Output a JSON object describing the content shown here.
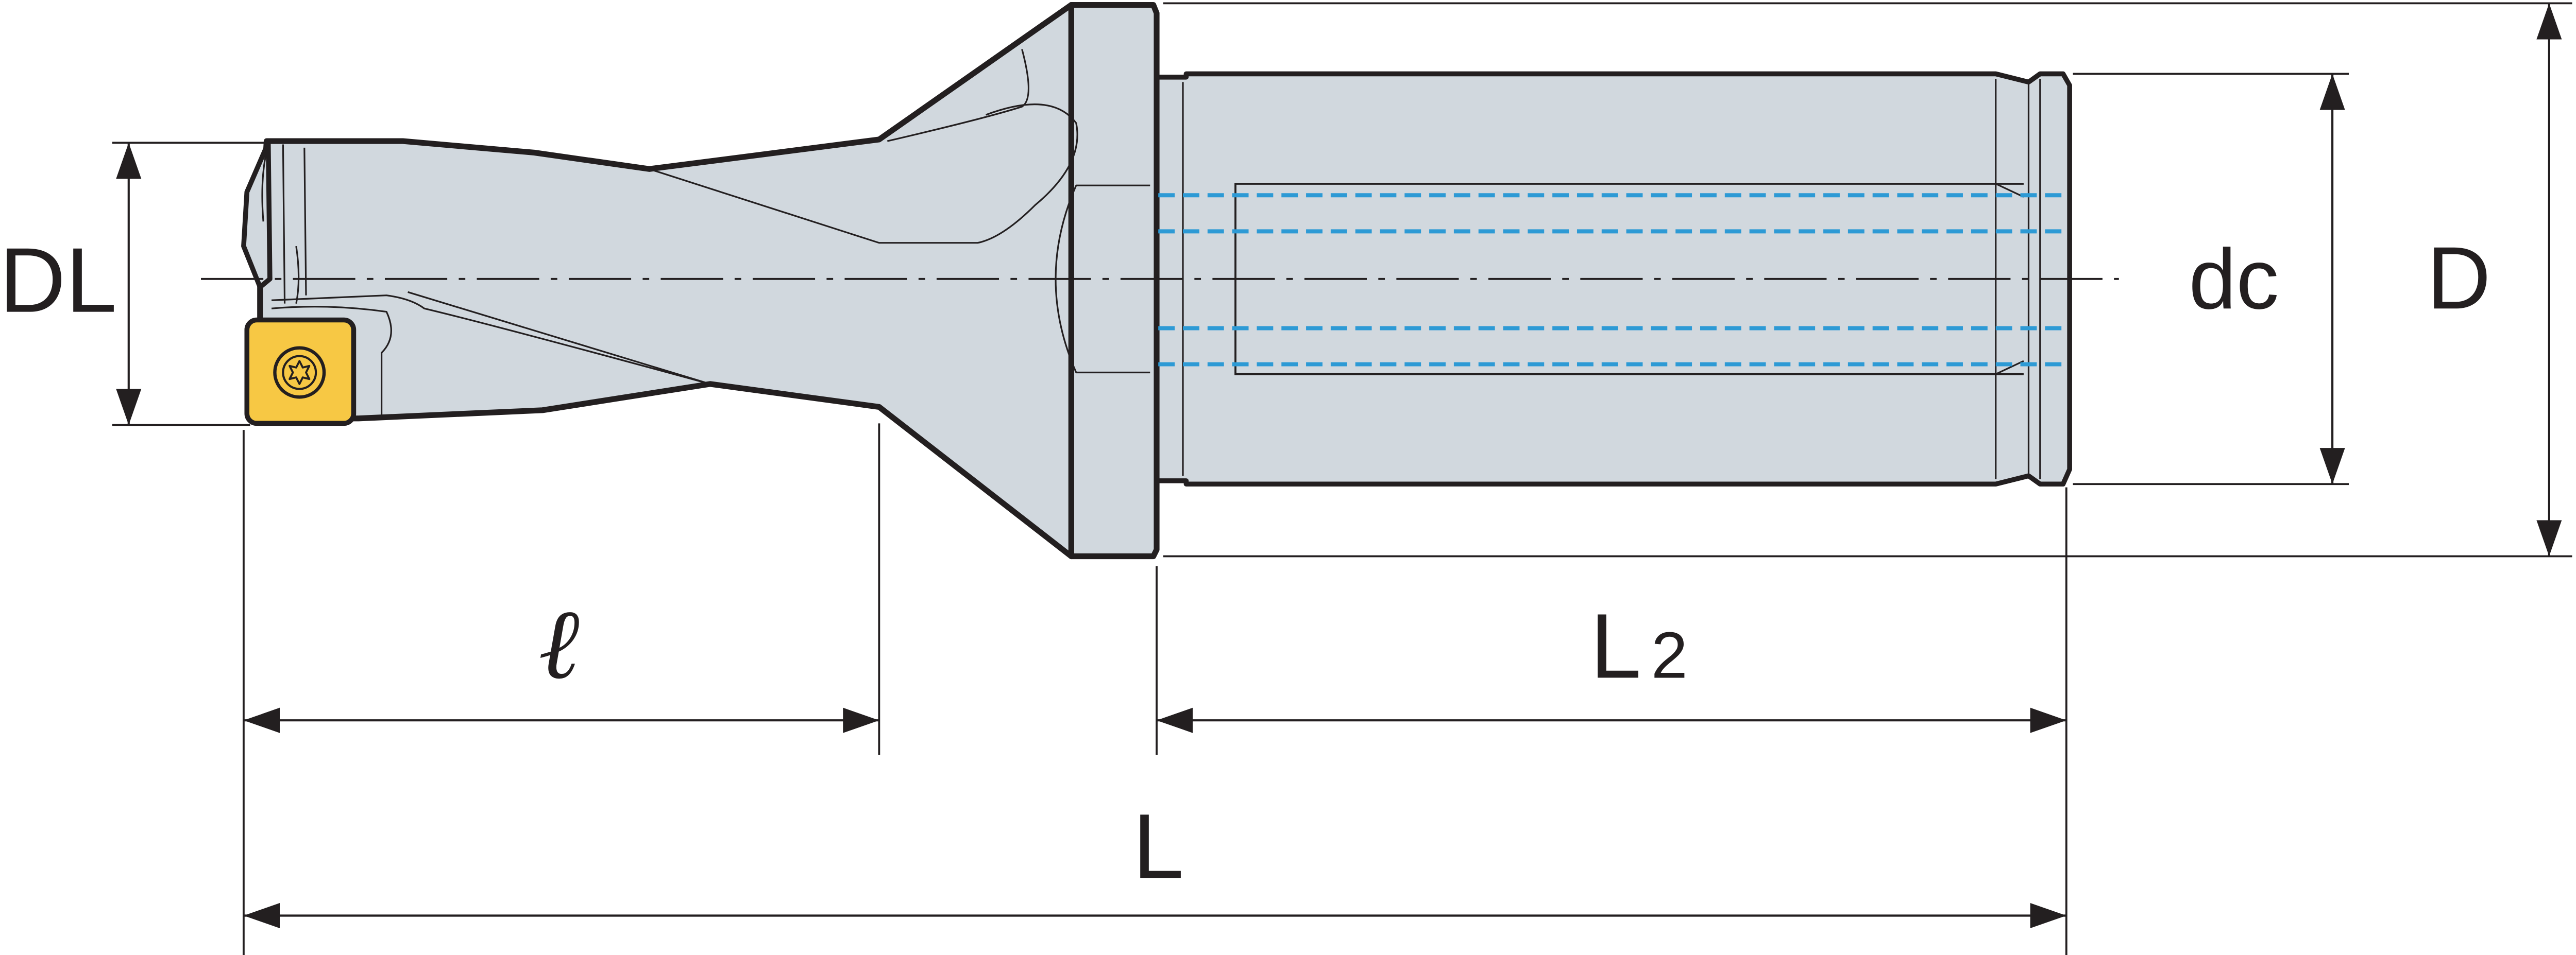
{
  "colors": {
    "tool_body": "#d1d8de",
    "insert": "#f7c844",
    "outline": "#231f20",
    "coolant": "#2d9ad5",
    "background": "#ffffff"
  },
  "labels": {
    "dl": "DL",
    "l": "ℓ",
    "l2_main": "L",
    "l2_sub": "2",
    "L": "L",
    "dc": "dc",
    "D": "D"
  },
  "icons": {
    "insert_screw": "torx-screw-icon"
  }
}
